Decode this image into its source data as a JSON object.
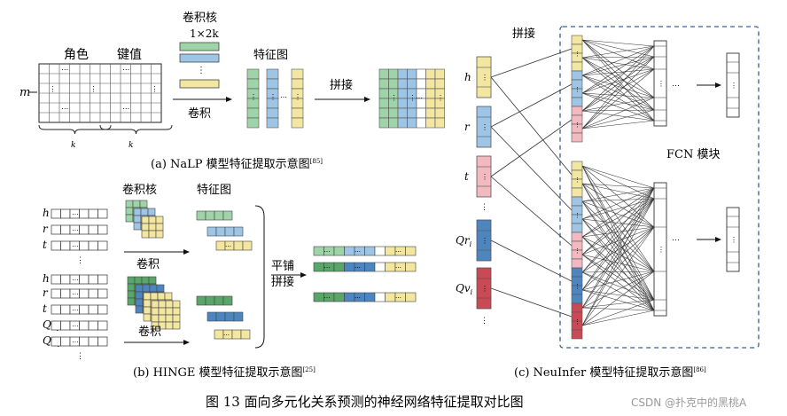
{
  "panel_a": {
    "label_role": "角色",
    "label_key": "键值",
    "label_m": "m",
    "label_k1": "k",
    "label_k2": "k",
    "label_kernel": "卷积核",
    "label_kernel_size": "1×2k",
    "label_conv": "卷积",
    "label_featuremap": "特征图",
    "label_concat": "拼接",
    "caption": "(a) NaLP 模型特征提取示意图",
    "caption_ref": "[85]"
  },
  "panel_b": {
    "rows_top": [
      "h",
      "r",
      "t"
    ],
    "rows_bottom": [
      "h",
      "r",
      "t",
      "Qr",
      "Qv"
    ],
    "row_sub": "i",
    "label_kernel": "卷积核",
    "label_featuremap": "特征图",
    "label_conv_top": "卷积",
    "label_conv_bottom": "卷积",
    "label_flatten": "平铺",
    "label_concat": "拼接",
    "caption": "(b) HINGE 模型特征提取示意图",
    "caption_ref": "[25]"
  },
  "panel_c": {
    "label_concat": "拼接",
    "inputs": [
      "h",
      "r",
      "t",
      "Qr",
      "Qv"
    ],
    "input_sub": "i",
    "label_fcn": "FCN 模块",
    "caption": "(c) NeuInfer 模型特征提取示意图",
    "caption_ref": "[86]"
  },
  "figure_caption": "图 13    面向多元化关系预测的神经网络特征提取对比图",
  "watermark": "CSDN @扑克中的黑桃A",
  "dots": "⋯",
  "vdots": "⋮",
  "colors": {
    "green": "#9fd3a8",
    "green_dark": "#5aa56a",
    "blue": "#9ec5e6",
    "blue_dark": "#4d86bf",
    "yellow": "#f2e6a0",
    "yellow_dark": "#c9b44e",
    "pink": "#f2b9c1",
    "red": "#c94a55",
    "dashed": "#3a5f9c"
  }
}
